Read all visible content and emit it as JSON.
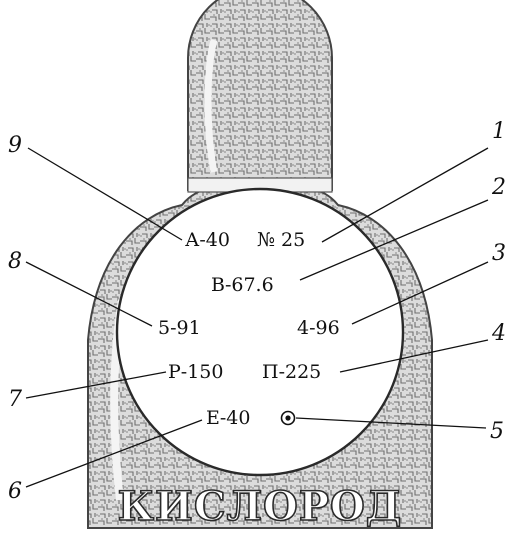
{
  "colors": {
    "ink": "#111111",
    "cylinder_fill": "#d9d9d9",
    "texture": "#7a7a7a",
    "ring_fill": "#ffffff"
  },
  "stamp": {
    "a": "А-40",
    "number": "№ 25",
    "b": "В-67.6",
    "left_code": "5-91",
    "right_code": "4-96",
    "p": "Р-150",
    "pi": "П-225",
    "e": "Е-40",
    "mark_icon": "registered-circle-icon"
  },
  "callouts": [
    "1",
    "2",
    "3",
    "4",
    "5",
    "6",
    "7",
    "8",
    "9"
  ],
  "brand_text": "КИСЛОРОД"
}
